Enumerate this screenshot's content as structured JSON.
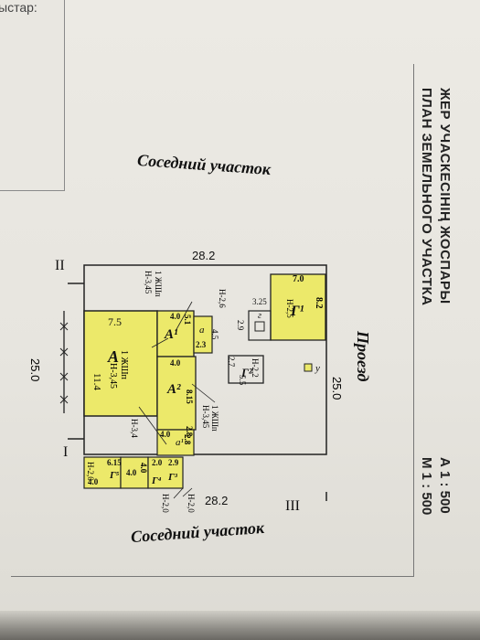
{
  "side_text": "ыстар:",
  "header": {
    "title_kz": "ЖЕР УЧАСКЕСІНІҢ ЖОСПАРЫ",
    "title_ru": "ПЛАН ЗЕМЕЛЬНОГО УЧАСТКА",
    "scale_a": "А 1 : 500",
    "scale_m": "М 1 : 500"
  },
  "plan": {
    "neighbor_top": "Соседний участок",
    "neighbor_bottom": "Соседний участок",
    "driveway": "Проезд",
    "dim_top": "28.2",
    "dim_bottom": "28.2",
    "dim_left": "25.0",
    "dim_right": "25.0",
    "corner_2": "II",
    "corner_1": "I",
    "corner_3": "III",
    "g1": {
      "label": "Г¹",
      "h": "Н-2,5",
      "d1": "7.0",
      "d2": "8.2"
    },
    "g_small": {
      "label": "г",
      "d1": "3.25",
      "d2": "2.9"
    },
    "g2": {
      "label": "Г²",
      "h": "Н-2,2",
      "d1": "2.7",
      "d2": "5.5"
    },
    "toilet": "у",
    "a1": {
      "label": "А¹",
      "floors": "1 ЖШп",
      "h": "Н-3,45",
      "d1": "4.0",
      "d2": "5.1"
    },
    "a_small": {
      "label": "а",
      "h": "Н-2,6",
      "d1": "4.5",
      "d2": "2.3"
    },
    "a": {
      "label": "А",
      "floors": "1 ЖШп",
      "h": "Н-3,45",
      "d1": "7.5",
      "d2": "11.4"
    },
    "a2": {
      "label": "А²",
      "floors": "1 ЖШп",
      "h": "Н-3,45",
      "d1": "4.0",
      "d2": "8.15"
    },
    "a2_side": "2.8",
    "a1_small": {
      "label": "а¹",
      "h": "Н-3,4",
      "d1": "4.0",
      "d2": "2.8"
    },
    "g3": {
      "label": "Г³",
      "h": "Н-2,0",
      "d1": "2.0",
      "d2": "2.9"
    },
    "g4": {
      "label": "Г⁴",
      "h": "Н-2,0",
      "d1": "4.0",
      "d2": "4.0"
    },
    "g5": {
      "label": "Г⁵",
      "h": "Н-2,0",
      "d1": "6.15",
      "d2": "4.0"
    }
  },
  "colors": {
    "building": "#ece96a",
    "line": "#222222"
  }
}
